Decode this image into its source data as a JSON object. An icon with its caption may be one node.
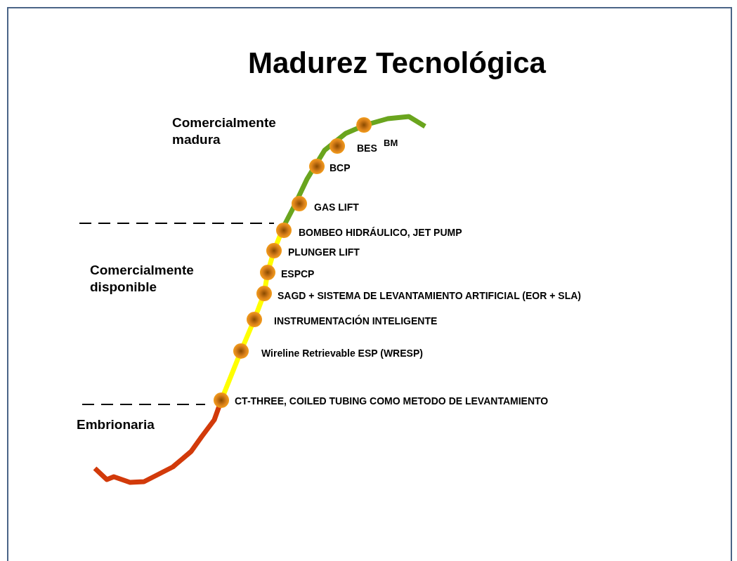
{
  "diagram": {
    "title": "Madurez Tecnológica",
    "nodes": [
      {
        "text": [],
        "shape": "circle",
        "beside": [
          "BM"
        ]
      },
      {
        "text": [],
        "shape": "circle",
        "beside": [
          "BES"
        ]
      },
      {
        "text": [],
        "shape": "circle",
        "beside": [
          "BCP"
        ]
      },
      {
        "text": [],
        "shape": "circle",
        "beside": [
          "GAS LIFT"
        ]
      },
      {
        "text": [],
        "shape": "circle",
        "beside": [
          "BOMBEO HIDRÁULICO, JET PUMP"
        ]
      },
      {
        "text": [],
        "shape": "circle",
        "beside": [
          "PLUNGER LIFT"
        ]
      },
      {
        "text": [],
        "shape": "circle",
        "beside": [
          "ESPCP"
        ]
      },
      {
        "text": [],
        "shape": "circle",
        "beside": [
          "SAGD + SISTEMA DE LEVANTAMIENTO ARTIFICIAL (EOR + SLA)"
        ]
      },
      {
        "text": [],
        "shape": "circle",
        "beside": [
          "INSTRUMENTACIÓN INTELIGENTE"
        ]
      },
      {
        "text": [],
        "shape": "circle",
        "beside": [
          "Wireline Retrievable ESP (WRESP)"
        ]
      },
      {
        "text": [],
        "shape": "circle",
        "beside": [
          "CT-THREE, COILED TUBING COMO METODO DE LEVANTAMIENTO"
        ]
      }
    ],
    "labels": [
      "Comercialmente madura",
      "Comercialmente disponible",
      "Embrionaria"
    ]
  }
}
